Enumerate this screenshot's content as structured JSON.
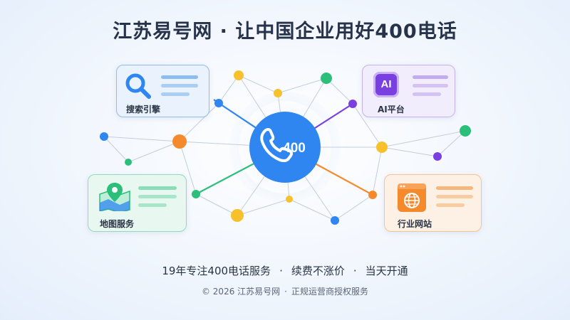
{
  "title": "江苏易号网 · 让中国企业用好400电话",
  "center": {
    "text": "400"
  },
  "cards": {
    "search": {
      "label": "搜索引擎"
    },
    "ai": {
      "label": "AI平台",
      "icon_text": "AI"
    },
    "map": {
      "label": "地图服务"
    },
    "industry": {
      "label": "行业网站"
    }
  },
  "tagline": {
    "items": [
      "19年专注400电话服务",
      "续费不涨价",
      "当天开通"
    ],
    "separator": "·"
  },
  "footer": {
    "items": [
      "© 2026 江苏易号网",
      "正规运营商授权服务"
    ],
    "separator": "·"
  },
  "colors": {
    "primary": "#2f86f0",
    "search_border": "#8fbdf0",
    "ai_border": "#c4b2ee",
    "map_border": "#8fdcbc",
    "industry_border": "#f5c394",
    "orange": "#f58a2d",
    "purple": "#7a3fe0",
    "green": "#2bbf7a",
    "yellow": "#f6c12c"
  }
}
